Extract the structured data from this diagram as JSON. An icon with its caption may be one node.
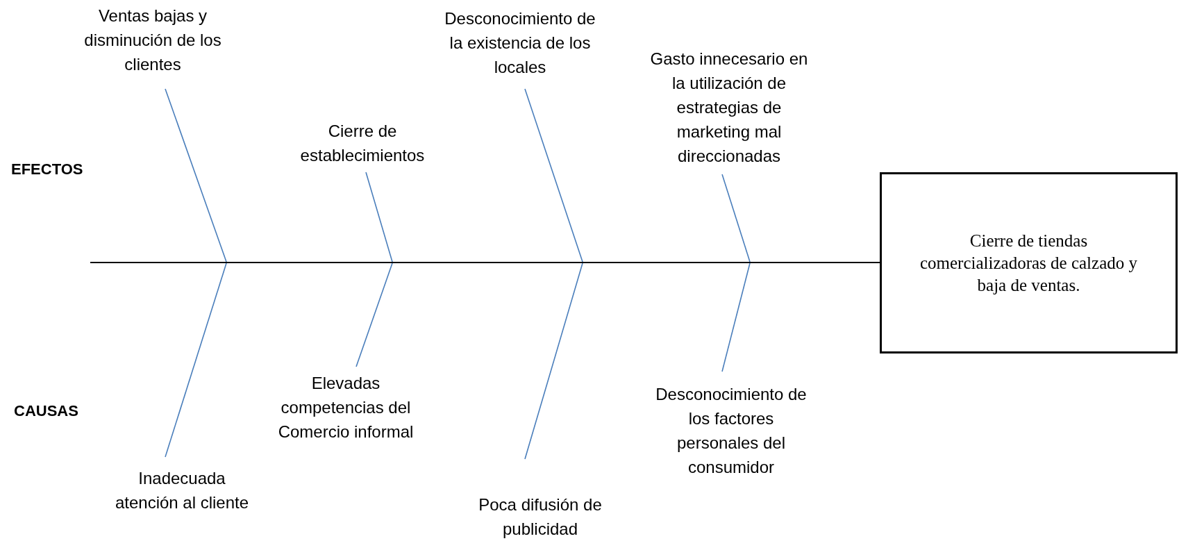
{
  "diagram": {
    "nodes": [
      {
        "text": [
          "Ventas bajas y disminución de los clientes"
        ]
      },
      {
        "text": [
          "Desconocimiento de la existencia de los locales"
        ]
      },
      {
        "text": [
          "Gasto innecesario en la utilización de estrategias de marketing mal direccionadas"
        ]
      },
      {
        "text": [
          "Cierre de establecimientos"
        ]
      },
      {
        "text": [],
        "shape": "bar"
      },
      {
        "text": [
          "Cierre de tiendas comercializadoras de calzado y baja de ventas."
        ]
      },
      {
        "text": [
          "Elevadas competencias del Comercio informal"
        ]
      },
      {
        "text": [
          "Desconocimiento de los factores personales del consumidor"
        ]
      },
      {
        "text": [
          "Inadecuada atención al cliente"
        ]
      },
      {
        "text": [
          "Poca difusión de publicidad"
        ]
      }
    ],
    "edges": [
      {
        "from": 0,
        "to": 4,
        "arrow": "none"
      },
      {
        "from": 1,
        "to": 4,
        "arrow": "none"
      },
      {
        "from": 2,
        "to": 4,
        "arrow": "none"
      },
      {
        "from": 3,
        "to": 4,
        "arrow": "none"
      },
      {
        "from": 6,
        "to": 4,
        "arrow": "none"
      },
      {
        "from": 7,
        "to": 4,
        "arrow": "none"
      },
      {
        "from": 8,
        "to": 4,
        "arrow": "none"
      },
      {
        "from": 9,
        "to": 4,
        "arrow": "none"
      }
    ],
    "labels": [
      "EFECTOS",
      "CAUSAS"
    ]
  }
}
